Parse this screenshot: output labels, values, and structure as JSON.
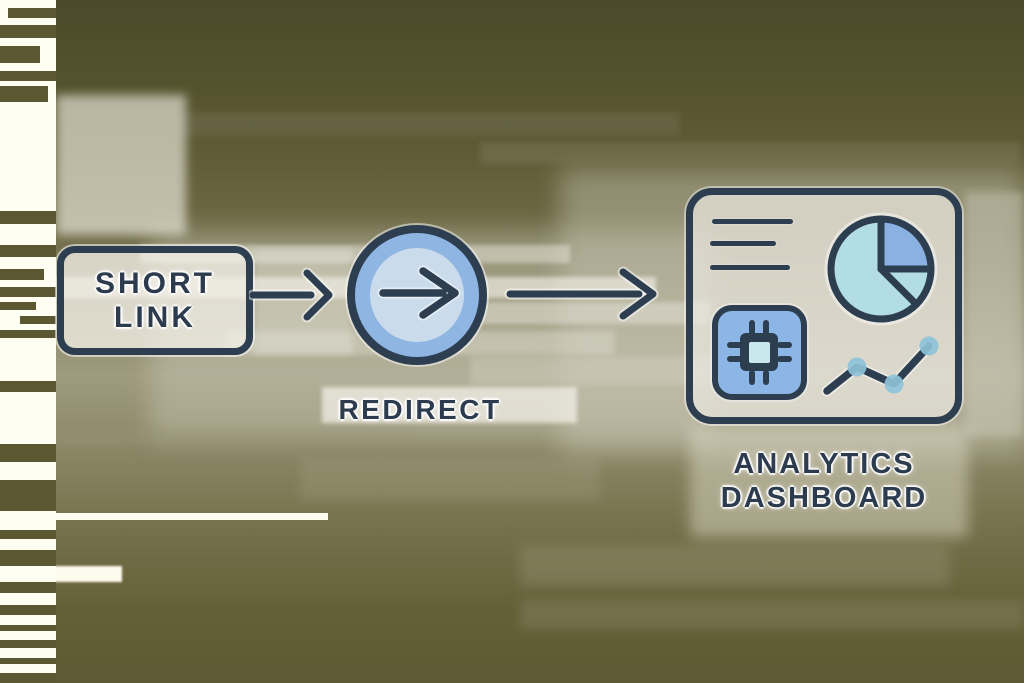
{
  "diagram": {
    "nodes": {
      "short_link": {
        "label": "SHORT LINK",
        "shape": "rounded-box"
      },
      "redirect": {
        "label": "REDIRECT",
        "shape": "circle-with-arrow"
      },
      "analytics_dashboard": {
        "label": "ANALYTICS DASHBOARD",
        "shape": "dashboard-panel"
      }
    },
    "connections": [
      {
        "from": "short_link",
        "to": "redirect"
      },
      {
        "from": "redirect",
        "to": "analytics_dashboard"
      }
    ],
    "dashboard_icons": [
      "text-lines",
      "pie-chart",
      "cpu-chip",
      "line-graph"
    ],
    "colors": {
      "outline": "#2d3e50",
      "label_navy": "#2c3b4e",
      "ring_blue": "#8fb5e3",
      "ring_inner": "#cadbec",
      "pie_cyan": "#b3dde6",
      "pie_blue": "#8ab1e1",
      "chip_fill": "#8cb6e6",
      "chip_core": "#c8e8ee",
      "dot_teal": "#8ec2d8",
      "bg_olive": "#55532f"
    }
  }
}
